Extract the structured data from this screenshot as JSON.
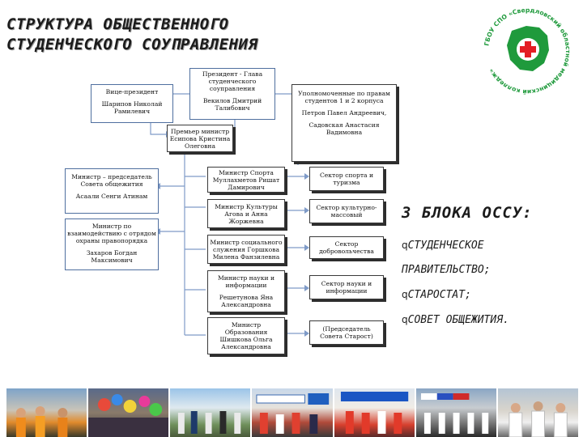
{
  "title": {
    "line1": "СТРУКТУРА ОБЩЕСТВЕННОГО",
    "line2": "СТУДЕНЧЕСКОГО СОУПРАВЛЕНИЯ"
  },
  "logo": {
    "text": "ГБОУ СПО «Свердловский областной медицинский колледж»",
    "icon": "red-cross-emblem",
    "colors": {
      "green": "#1f9a3c",
      "red": "#e31e24"
    }
  },
  "org": {
    "president": [
      "Президент - Глава",
      "студенческого",
      "соуправления",
      "",
      "Векилов Дмитрий",
      "Талибович"
    ],
    "vice": [
      "Вице-президент",
      "",
      "Шарипов Николай",
      "Рамилевич"
    ],
    "ombudsmen": [
      "Уполномоченные по правам",
      "студентов 1 и 2 корпуса",
      "",
      "Петров Павел Андреевич,",
      "",
      "Садовская Анастасия",
      "Вадимовна"
    ],
    "premier": [
      "Премьер министр",
      "Есипова Кристина",
      "Олеговна"
    ],
    "dorm_chair": [
      "Министр – председатель",
      "Совета общежития",
      "",
      "Асаали Сенги Атинам"
    ],
    "law_minister": [
      "Министр по",
      "взаимодействию с отрядом",
      "охраны правопорядка",
      "",
      "Захаров Богдан",
      "Максимович"
    ],
    "ministers": [
      [
        "Министр Спорта",
        "Муллахметов Ришат",
        "Дамирович"
      ],
      [
        "Министр Культуры",
        "Агова и Анна",
        "Жоржевна"
      ],
      [
        "Министр социального",
        "служения Горшкова",
        "Милена Фанзилевна"
      ],
      [
        "Министр науки и",
        "информации",
        "",
        "Решетунова Яна",
        "Александровна"
      ],
      [
        "Министр",
        "Образования",
        "Шишкова Ольга",
        "Александровна"
      ]
    ],
    "sectors": [
      [
        "Сектор спорта и",
        "туризма"
      ],
      [
        "Сектор культурно-",
        "массовый"
      ],
      [
        "Сектор",
        "добровольчества"
      ],
      [
        "Сектор науки и",
        "информации"
      ],
      [
        "(Председатель",
        "Совета Старост)"
      ]
    ]
  },
  "blocks": {
    "heading": "3 БЛОКА ОССУ:",
    "bullet_symbol": "q",
    "items": [
      "СТУДЕНЧЕСКОЕ",
      "ПРАВИТЕЛЬСТВО;",
      "СТАРОСТАТ;",
      "СОВЕТ ОБЩЕЖИТИЯ."
    ]
  },
  "photos": [
    {
      "name": "volunteers-orange-photo"
    },
    {
      "name": "crowd-balloons-photo"
    },
    {
      "name": "outdoor-group-photo"
    },
    {
      "name": "banner-event-photo"
    },
    {
      "name": "red-uniform-group-photo"
    },
    {
      "name": "students-street-photo"
    },
    {
      "name": "white-coats-photo"
    }
  ]
}
